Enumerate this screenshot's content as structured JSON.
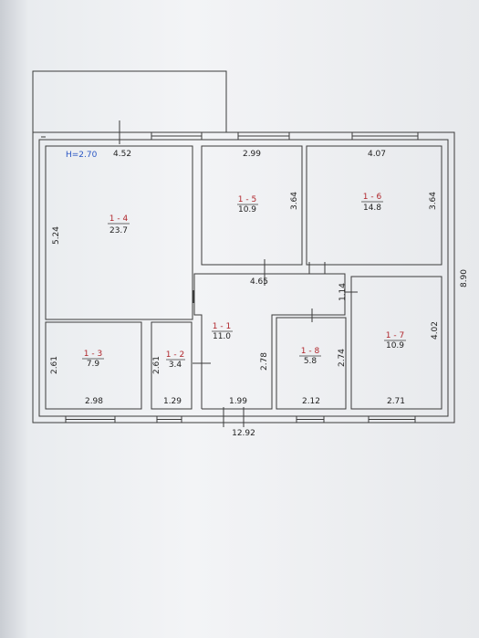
{
  "plan": {
    "height_label": "H=2.70",
    "overall_width": "12.92",
    "overall_depth": "8.90",
    "corridor_width": "4.65",
    "corridor_step": "1.14",
    "rooms": [
      {
        "id": "1 - 4",
        "area": "23.7",
        "width": "4.52",
        "depth": "5.24"
      },
      {
        "id": "1 - 5",
        "area": "10.9",
        "width": "2.99",
        "depth": "3.64"
      },
      {
        "id": "1 - 6",
        "area": "14.8",
        "width": "4.07",
        "depth": "3.64"
      },
      {
        "id": "1 - 3",
        "area": "7.9",
        "width": "2.98",
        "depth": "2.61"
      },
      {
        "id": "1 - 2",
        "area": "3.4",
        "width": "1.29",
        "depth": "2.61"
      },
      {
        "id": "1 - 1",
        "area": "11.0",
        "width": "1.99",
        "depth": "2.78"
      },
      {
        "id": "1 - 8",
        "area": "5.8",
        "width": "2.12",
        "depth": "2.74"
      },
      {
        "id": "1 - 7",
        "area": "10.9",
        "width": "2.71",
        "depth": "4.02"
      }
    ]
  },
  "colors": {
    "line": "#3b3b3b",
    "room_number": "#b0262c",
    "height_label": "#2a57c4"
  }
}
